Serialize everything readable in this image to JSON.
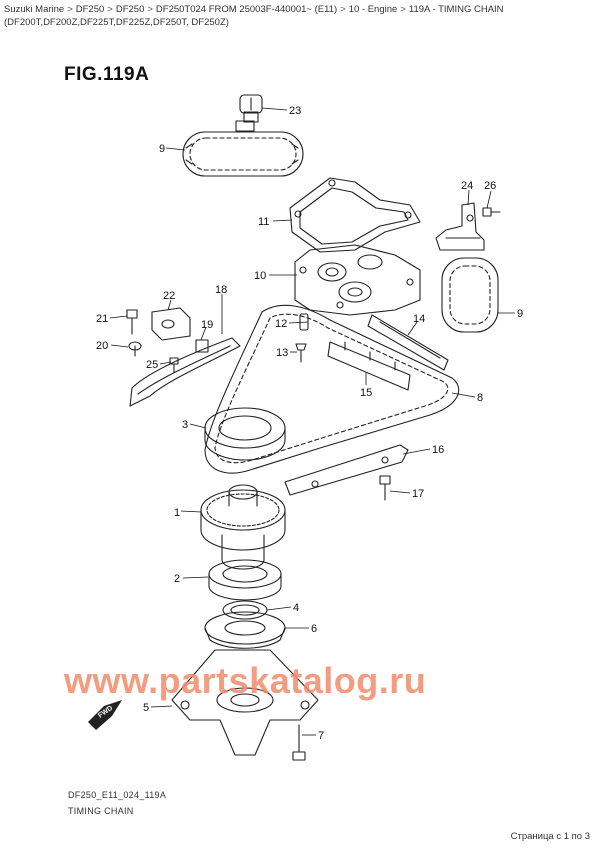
{
  "breadcrumb": [
    "Suzuki Marine",
    "DF250",
    "DF250",
    "DF250T024 FROM 25003F-440001~ (E11)",
    "10 - Engine",
    "119A - TIMING CHAIN (DF200T,DF200Z,DF225T,DF225Z,DF250T, DF250Z)"
  ],
  "breadcrumb_separator": ">",
  "figure": {
    "title": "FIG.119A"
  },
  "callouts": [
    "1",
    "2",
    "3",
    "4",
    "5",
    "6",
    "7",
    "8",
    "9",
    "9",
    "10",
    "11",
    "12",
    "13",
    "14",
    "15",
    "16",
    "17",
    "18",
    "19",
    "20",
    "21",
    "22",
    "23",
    "24",
    "25",
    "26"
  ],
  "fwd_label": "FWD",
  "footer": {
    "code": "DF250_E11_024_119A",
    "name": "TIMING CHAIN"
  },
  "watermark": "www.partskatalog.ru",
  "pagination": "Страница с 1 по 3",
  "colors": {
    "line": "#222222",
    "watermark": "#f28b6b"
  }
}
